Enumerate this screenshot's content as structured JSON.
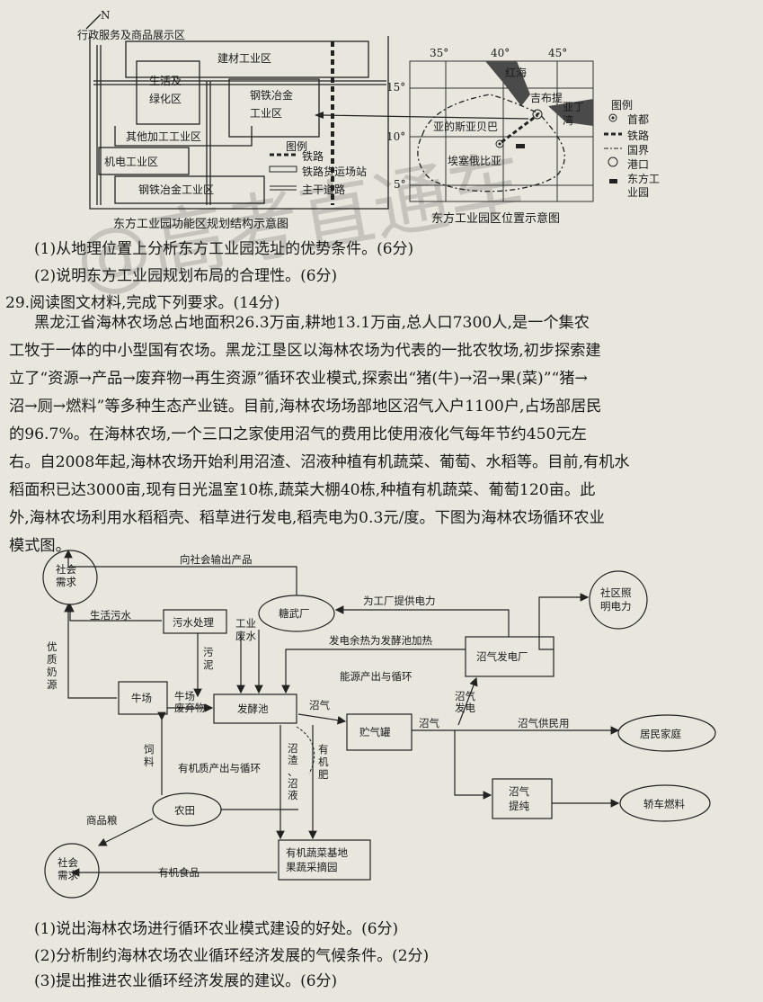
{
  "top": {
    "left_map": {
      "compass": "N",
      "zones": {
        "admin": "行政服务及商品展示区",
        "building": "建材工业区",
        "green": "生活及\n绿化区",
        "steel1": "钢铁冶金\n工业区",
        "other": "其他加工工业区",
        "mech": "机电工业区",
        "steel2": "钢铁冶金工业区"
      },
      "legend_title": "图例",
      "legend": [
        "铁路",
        "铁路货运场站",
        "主干道路"
      ],
      "caption": "东方工业园功能区规划结构示意图"
    },
    "right_map": {
      "lon_labels": [
        "35°",
        "40°",
        "45°"
      ],
      "lat_labels": [
        "15°",
        "10°",
        "5°"
      ],
      "places": {
        "red_sea": "红海",
        "djibouti": "吉布提",
        "gulf": "亚丁\n湾",
        "addis": "亚的斯亚贝巴",
        "ethiopia": "埃塞俄比亚"
      },
      "legend_title": "图例",
      "legend": [
        "首都",
        "铁路",
        "国界",
        "港口",
        "东方工\n业园"
      ],
      "caption": "东方工业园区位置示意图"
    }
  },
  "q28": [
    "(1)从地理位置上分析东方工业园选址的优势条件。(6分)",
    "(2)说明东方工业园规划布局的合理性。(6分)"
  ],
  "q29": {
    "header": "29.阅读图文材料,完成下列要求。(14分)",
    "lines": [
      "黑龙江省海林农场总占地面积26.3万亩,耕地13.1万亩,总人口7300人,是一个集农",
      "工牧于一体的中小型国有农场。黑龙江垦区以海林农场为代表的一批农牧场,初步探索建",
      "立了“资源→产品→废弃物→再生资源”循环农业模式,探索出“猪(牛)→沼→果(菜)”“猪→",
      "沼→厕→燃料”等多种生态产业链。目前,海林农场场部地区沼气入户1100户,占场部居民",
      "的96.7%。在海林农场,一个三口之家使用沼气的费用比使用液化气每年节约450元左",
      "右。自2008年起,海林农场开始利用沼渣、沼液种植有机蔬菜、葡萄、水稻等。目前,有机水",
      "稻面积已达3000亩,现有日光温室10栋,蔬菜大棚40栋,种植有机蔬菜、葡萄120亩。此",
      "外,海林农场利用水稻稻壳、稻草进行发电,稻壳电为0.3元/度。下图为海林农场循环农业",
      "模式图。"
    ]
  },
  "flow": {
    "nodes": {
      "society1": "社会\n需求",
      "sewage": "污水处理",
      "sugar": "糖武厂",
      "cattle": "牛场",
      "digester": "发酵池",
      "biogas_plant": "沼气发电厂",
      "community": "社区照\n明电力",
      "tank": "贮气罐",
      "homes": "居民家庭",
      "purify": "沼气\n提纯",
      "fuel": "轿车燃料",
      "farmland": "农田",
      "organic": "有机蔬菜基地\n果蔬采摘园",
      "society2": "社会\n需求"
    },
    "labels": {
      "export": "向社会输出产品",
      "domestic_sewage": "生活污水",
      "industrial": "工业\n废水",
      "sludge": "污\n泥",
      "dairy": "优\n质\n奶\n源",
      "cattle_waste": "牛场\n废弃物",
      "biogas1": "沼气",
      "power_factory": "为工厂提供电力",
      "waste_heat": "发电余热为发酵池加热",
      "energy": "能源产出与循环",
      "biogas_power": "沼气\n发电",
      "biogas2": "沼气",
      "biogas_homes": "沼气供民用",
      "feed": "饲\n料",
      "organic_cycle": "有机质产出与循环",
      "residue": "沼\n渣\n、\n沼\n液",
      "fertilizer": "有\n机\n肥",
      "grain": "商品粮",
      "organic_food": "有机食品"
    }
  },
  "q29_questions": [
    "(1)说出海林农场进行循环农业模式建设的好处。(6分)",
    "(2)分析制约海林农场农业循环经济发展的气候条件。(2分)",
    "(3)提出推进农业循环经济发展的建议。(6分)"
  ],
  "watermark": "@高考直通车"
}
